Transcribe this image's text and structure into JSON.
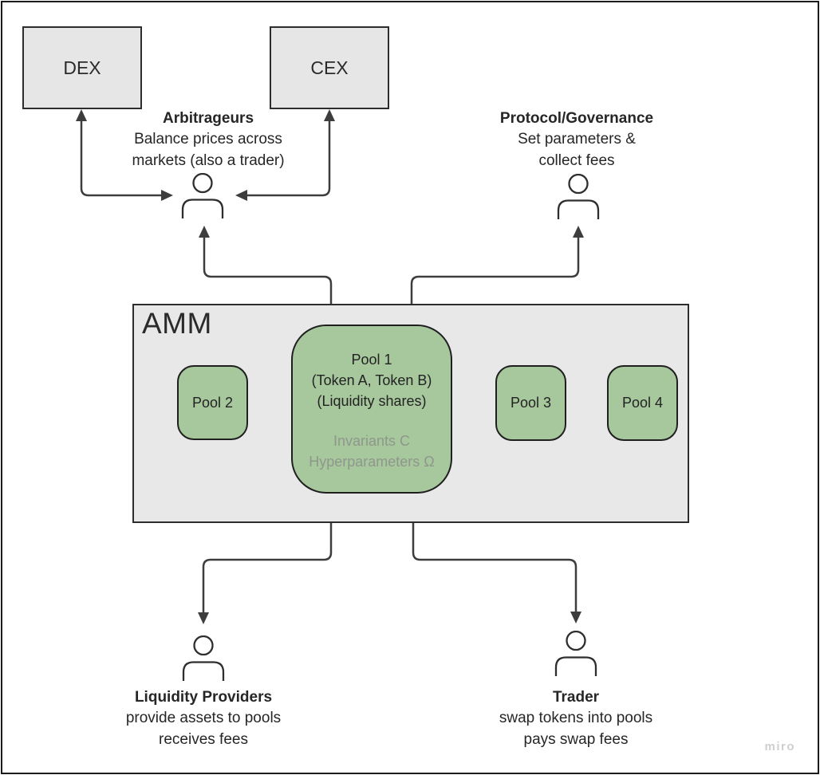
{
  "diagram": {
    "watermark": "miro",
    "colors": {
      "box_fill": "#e6e6e6",
      "amm_fill": "#e8e8e8",
      "box_border": "#2d2d2d",
      "pool_fill": "#a7c79d",
      "pool_border": "#1f1f1f",
      "arrow": "#3d3d3d",
      "text": "#262626",
      "muted_text": "#8f978c",
      "watermark": "#cfcfcf"
    },
    "nodes": {
      "dex": {
        "label": "DEX"
      },
      "cex": {
        "label": "CEX"
      },
      "amm": {
        "label": "AMM"
      },
      "pool1": {
        "title": "Pool 1",
        "line2": "(Token A, Token B)",
        "line3": "(Liquidity shares)",
        "muted1": "Invariants C",
        "muted2": "Hyperparameters Ω"
      },
      "pool2": {
        "label": "Pool 2"
      },
      "pool3": {
        "label": "Pool 3"
      },
      "pool4": {
        "label": "Pool 4"
      }
    },
    "actors": {
      "arbitrageurs": {
        "title": "Arbitrageurs",
        "line1": "Balance prices across",
        "line2": "markets (also a trader)"
      },
      "governance": {
        "title": "Protocol/Governance",
        "line1": "Set parameters &",
        "line2": "collect fees"
      },
      "liquidity_providers": {
        "title": "Liquidity Providers",
        "line1": "provide assets to pools",
        "line2": "receives fees"
      },
      "trader": {
        "title": "Trader",
        "line1": "swap tokens into pools",
        "line2": "pays swap fees"
      }
    }
  }
}
